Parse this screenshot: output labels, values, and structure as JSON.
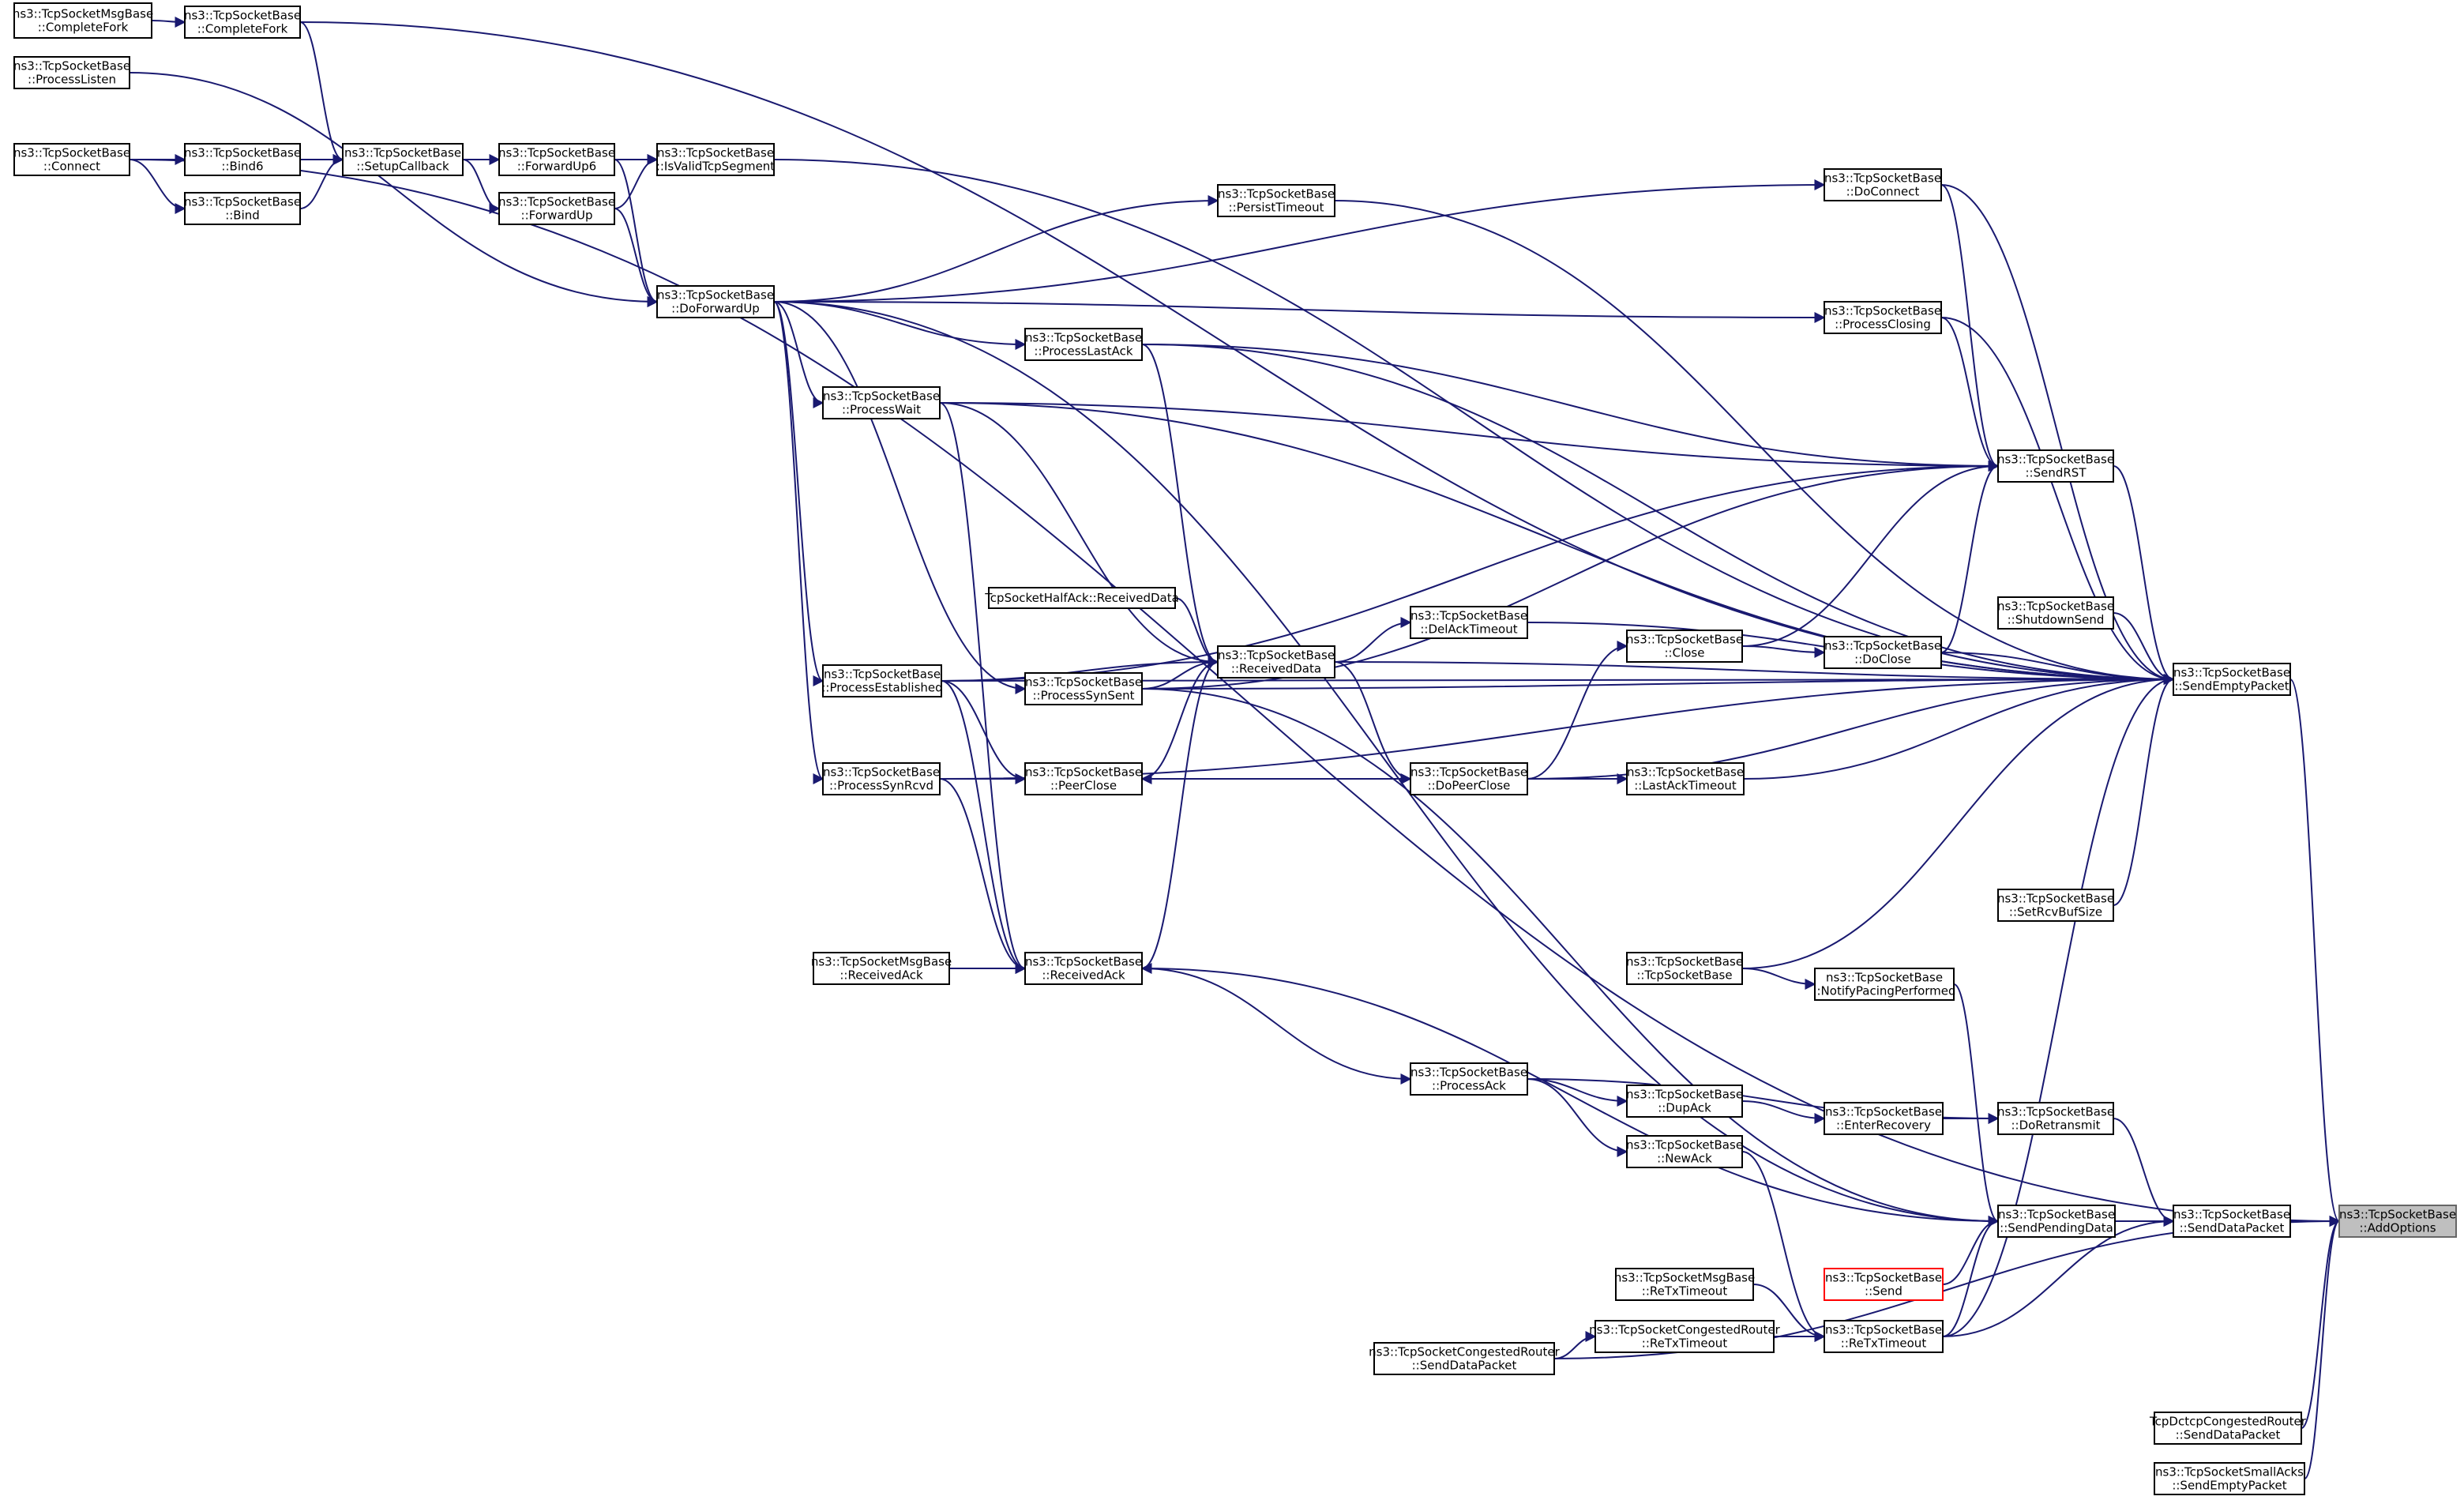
{
  "graph": {
    "root": "add_options",
    "colors": {
      "edge": "#191970",
      "root_fill": "#bfbfbf",
      "missing_border": "#ff0000"
    },
    "nodes": [
      {
        "id": "msgbase_completefork",
        "lines": [
          "ns3::TcpSocketMsgBase",
          "::CompleteFork"
        ]
      },
      {
        "id": "completefork",
        "lines": [
          "ns3::TcpSocketBase",
          "::CompleteFork"
        ]
      },
      {
        "id": "processlisten",
        "lines": [
          "ns3::TcpSocketBase",
          "::ProcessListen"
        ]
      },
      {
        "id": "connect",
        "lines": [
          "ns3::TcpSocketBase",
          "::Connect"
        ]
      },
      {
        "id": "bind6",
        "lines": [
          "ns3::TcpSocketBase",
          "::Bind6"
        ]
      },
      {
        "id": "bind",
        "lines": [
          "ns3::TcpSocketBase",
          "::Bind"
        ]
      },
      {
        "id": "setupcallback",
        "lines": [
          "ns3::TcpSocketBase",
          "::SetupCallback"
        ]
      },
      {
        "id": "forwardup6",
        "lines": [
          "ns3::TcpSocketBase",
          "::ForwardUp6"
        ]
      },
      {
        "id": "forwardup",
        "lines": [
          "ns3::TcpSocketBase",
          "::ForwardUp"
        ]
      },
      {
        "id": "isvalidtcpsegment",
        "lines": [
          "ns3::TcpSocketBase",
          "::IsValidTcpSegment"
        ]
      },
      {
        "id": "persisttimeout",
        "lines": [
          "ns3::TcpSocketBase",
          "::PersistTimeout"
        ]
      },
      {
        "id": "doforwardup",
        "lines": [
          "ns3::TcpSocketBase",
          "::DoForwardUp"
        ]
      },
      {
        "id": "processlastack",
        "lines": [
          "ns3::TcpSocketBase",
          "::ProcessLastAck"
        ]
      },
      {
        "id": "processwait",
        "lines": [
          "ns3::TcpSocketBase",
          "::ProcessWait"
        ]
      },
      {
        "id": "halfack_receiveddata",
        "lines": [
          "TcpSocketHalfAck::ReceivedData"
        ]
      },
      {
        "id": "receiveddata",
        "lines": [
          "ns3::TcpSocketBase",
          "::ReceivedData"
        ]
      },
      {
        "id": "processestablished",
        "lines": [
          "ns3::TcpSocketBase",
          "::ProcessEstablished"
        ]
      },
      {
        "id": "processsynsent",
        "lines": [
          "ns3::TcpSocketBase",
          "::ProcessSynSent"
        ]
      },
      {
        "id": "processsynrcvd",
        "lines": [
          "ns3::TcpSocketBase",
          "::ProcessSynRcvd"
        ]
      },
      {
        "id": "peerclose",
        "lines": [
          "ns3::TcpSocketBase",
          "::PeerClose"
        ]
      },
      {
        "id": "msgbase_receivedack",
        "lines": [
          "ns3::TcpSocketMsgBase",
          "::ReceivedAck"
        ]
      },
      {
        "id": "receivedack",
        "lines": [
          "ns3::TcpSocketBase",
          "::ReceivedAck"
        ]
      },
      {
        "id": "delacktimeout",
        "lines": [
          "ns3::TcpSocketBase",
          "::DelAckTimeout"
        ]
      },
      {
        "id": "dopeerclose",
        "lines": [
          "ns3::TcpSocketBase",
          "::DoPeerClose"
        ]
      },
      {
        "id": "processack",
        "lines": [
          "ns3::TcpSocketBase",
          "::ProcessAck"
        ]
      },
      {
        "id": "close",
        "lines": [
          "ns3::TcpSocketBase",
          "::Close"
        ]
      },
      {
        "id": "lastacktimeout",
        "lines": [
          "ns3::TcpSocketBase",
          "::LastAckTimeout"
        ]
      },
      {
        "id": "tcpsocketbase",
        "lines": [
          "ns3::TcpSocketBase",
          "::TcpSocketBase"
        ]
      },
      {
        "id": "dupack",
        "lines": [
          "ns3::TcpSocketBase",
          "::DupAck"
        ]
      },
      {
        "id": "newack",
        "lines": [
          "ns3::TcpSocketBase",
          "::NewAck"
        ]
      },
      {
        "id": "msgbase_retxtimeout",
        "lines": [
          "ns3::TcpSocketMsgBase",
          "::ReTxTimeout"
        ]
      },
      {
        "id": "congrouter_retxtimeout",
        "lines": [
          "ns3::TcpSocketCongestedRouter",
          "::ReTxTimeout"
        ]
      },
      {
        "id": "congrouter_senddatapacket",
        "lines": [
          "ns3::TcpSocketCongestedRouter",
          "::SendDataPacket"
        ]
      },
      {
        "id": "doconnect",
        "lines": [
          "ns3::TcpSocketBase",
          "::DoConnect"
        ]
      },
      {
        "id": "processclosing",
        "lines": [
          "ns3::TcpSocketBase",
          "::ProcessClosing"
        ]
      },
      {
        "id": "doclose",
        "lines": [
          "ns3::TcpSocketBase",
          "::DoClose"
        ]
      },
      {
        "id": "notifypacing",
        "lines": [
          "ns3::TcpSocketBase",
          "::NotifyPacingPerformed"
        ]
      },
      {
        "id": "enterrecovery",
        "lines": [
          "ns3::TcpSocketBase",
          "::EnterRecovery"
        ]
      },
      {
        "id": "send",
        "lines": [
          "ns3::TcpSocketBase",
          "::Send"
        ],
        "missing": true
      },
      {
        "id": "retxtimeout",
        "lines": [
          "ns3::TcpSocketBase",
          "::ReTxTimeout"
        ]
      },
      {
        "id": "sendrst",
        "lines": [
          "ns3::TcpSocketBase",
          "::SendRST"
        ]
      },
      {
        "id": "shutdownsend",
        "lines": [
          "ns3::TcpSocketBase",
          "::ShutdownSend"
        ]
      },
      {
        "id": "setrcvbufsize",
        "lines": [
          "ns3::TcpSocketBase",
          "::SetRcvBufSize"
        ]
      },
      {
        "id": "doretransmit",
        "lines": [
          "ns3::TcpSocketBase",
          "::DoRetransmit"
        ]
      },
      {
        "id": "sendpendingdata",
        "lines": [
          "ns3::TcpSocketBase",
          "::SendPendingData"
        ]
      },
      {
        "id": "sendemptypacket",
        "lines": [
          "ns3::TcpSocketBase",
          "::SendEmptyPacket"
        ]
      },
      {
        "id": "senddatapacket",
        "lines": [
          "ns3::TcpSocketBase",
          "::SendDataPacket"
        ]
      },
      {
        "id": "dctcp_senddatapacket",
        "lines": [
          "TcpDctcpCongestedRouter",
          "::SendDataPacket"
        ]
      },
      {
        "id": "smallacks_sendemptypacket",
        "lines": [
          "ns3::TcpSocketSmallAcks",
          "::SendEmptyPacket"
        ]
      },
      {
        "id": "add_options",
        "lines": [
          "ns3::TcpSocketBase",
          "::AddOptions"
        ],
        "root": true
      }
    ],
    "edges": [
      [
        "completefork",
        "msgbase_completefork"
      ],
      [
        "setupcallback",
        "completefork"
      ],
      [
        "sendemptypacket",
        "completefork"
      ],
      [
        "doforwardup",
        "processlisten"
      ],
      [
        "bind6",
        "connect"
      ],
      [
        "bind",
        "connect"
      ],
      [
        "setupcallback",
        "bind6"
      ],
      [
        "setupcallback",
        "bind"
      ],
      [
        "forwardup6",
        "setupcallback"
      ],
      [
        "forwardup",
        "setupcallback"
      ],
      [
        "isvalidtcpsegment",
        "forwardup6"
      ],
      [
        "isvalidtcpsegment",
        "forwardup"
      ],
      [
        "doforwardup",
        "forwardup6"
      ],
      [
        "doforwardup",
        "forwardup"
      ],
      [
        "sendemptypacket",
        "isvalidtcpsegment"
      ],
      [
        "add_options",
        "connect"
      ],
      [
        "sendemptypacket",
        "persisttimeout"
      ],
      [
        "persisttimeout",
        "doforwardup"
      ],
      [
        "doconnect",
        "doforwardup"
      ],
      [
        "processclosing",
        "doforwardup"
      ],
      [
        "processlastack",
        "doforwardup"
      ],
      [
        "processwait",
        "doforwardup"
      ],
      [
        "processestablished",
        "doforwardup"
      ],
      [
        "processsynsent",
        "doforwardup"
      ],
      [
        "processsynrcvd",
        "doforwardup"
      ],
      [
        "sendpendingdata",
        "doforwardup"
      ],
      [
        "sendrst",
        "processlastack"
      ],
      [
        "sendemptypacket",
        "processlastack"
      ],
      [
        "receiveddata",
        "processlastack"
      ],
      [
        "sendrst",
        "processwait"
      ],
      [
        "receiveddata",
        "processwait"
      ],
      [
        "receivedack",
        "processwait"
      ],
      [
        "sendemptypacket",
        "processwait"
      ],
      [
        "receiveddata",
        "halfack_receiveddata"
      ],
      [
        "delacktimeout",
        "receiveddata"
      ],
      [
        "dopeerclose",
        "receiveddata"
      ],
      [
        "sendemptypacket",
        "receiveddata"
      ],
      [
        "receiveddata",
        "processestablished"
      ],
      [
        "receiveddata",
        "processsynsent"
      ],
      [
        "receivedack",
        "receiveddata"
      ],
      [
        "peerclose",
        "receiveddata"
      ],
      [
        "sendrst",
        "processestablished"
      ],
      [
        "sendemptypacket",
        "processestablished"
      ],
      [
        "peerclose",
        "processestablished"
      ],
      [
        "receivedack",
        "processestablished"
      ],
      [
        "sendrst",
        "processsynsent"
      ],
      [
        "sendemptypacket",
        "processsynsent"
      ],
      [
        "sendpendingdata",
        "processsynsent"
      ],
      [
        "peerclose",
        "processsynrcvd"
      ],
      [
        "receivedack",
        "processsynrcvd"
      ],
      [
        "sendemptypacket",
        "processsynrcvd"
      ],
      [
        "dopeerclose",
        "peerclose"
      ],
      [
        "receivedack",
        "msgbase_receivedack"
      ],
      [
        "processack",
        "receivedack"
      ],
      [
        "sendpendingdata",
        "receivedack"
      ],
      [
        "sendemptypacket",
        "delacktimeout"
      ],
      [
        "close",
        "dopeerclose"
      ],
      [
        "lastacktimeout",
        "dopeerclose"
      ],
      [
        "sendemptypacket",
        "dopeerclose"
      ],
      [
        "dupack",
        "processack"
      ],
      [
        "newack",
        "processack"
      ],
      [
        "doretransmit",
        "processack"
      ],
      [
        "sendrst",
        "close"
      ],
      [
        "doclose",
        "close"
      ],
      [
        "sendemptypacket",
        "lastacktimeout"
      ],
      [
        "notifypacing",
        "tcpsocketbase"
      ],
      [
        "sendemptypacket",
        "tcpsocketbase"
      ],
      [
        "enterrecovery",
        "dupack"
      ],
      [
        "retxtimeout",
        "newack"
      ],
      [
        "retxtimeout",
        "msgbase_retxtimeout"
      ],
      [
        "retxtimeout",
        "congrouter_retxtimeout"
      ],
      [
        "congrouter_retxtimeout",
        "congrouter_senddatapacket"
      ],
      [
        "add_options",
        "congrouter_senddatapacket"
      ],
      [
        "sendrst",
        "doconnect"
      ],
      [
        "sendemptypacket",
        "doconnect"
      ],
      [
        "sendrst",
        "processclosing"
      ],
      [
        "sendemptypacket",
        "processclosing"
      ],
      [
        "sendrst",
        "doclose"
      ],
      [
        "sendemptypacket",
        "doclose"
      ],
      [
        "sendpendingdata",
        "notifypacing"
      ],
      [
        "doretransmit",
        "enterrecovery"
      ],
      [
        "sendpendingdata",
        "send"
      ],
      [
        "sendpendingdata",
        "retxtimeout"
      ],
      [
        "senddatapacket",
        "retxtimeout"
      ],
      [
        "sendemptypacket",
        "retxtimeout"
      ],
      [
        "sendemptypacket",
        "sendrst"
      ],
      [
        "sendemptypacket",
        "shutdownsend"
      ],
      [
        "sendemptypacket",
        "setrcvbufsize"
      ],
      [
        "senddatapacket",
        "doretransmit"
      ],
      [
        "senddatapacket",
        "sendpendingdata"
      ],
      [
        "add_options",
        "sendemptypacket"
      ],
      [
        "add_options",
        "senddatapacket"
      ],
      [
        "add_options",
        "dctcp_senddatapacket"
      ],
      [
        "add_options",
        "smallacks_sendemptypacket"
      ]
    ]
  }
}
